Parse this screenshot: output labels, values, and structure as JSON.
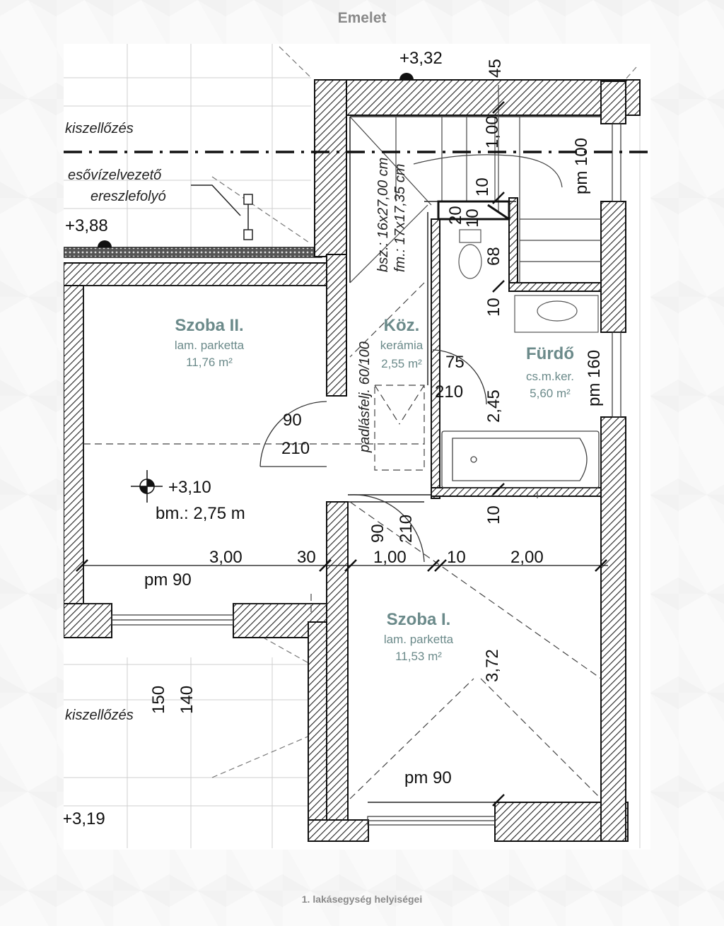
{
  "page": {
    "title": "Emelet",
    "caption": "1. lakásegység helyiségei"
  },
  "rooms": {
    "szoba2": {
      "name": "Szoba II.",
      "floor": "lam. parketta",
      "area": "11,76 m²"
    },
    "koz": {
      "name": "Köz.",
      "floor": "kerámia",
      "area": "2,55 m²"
    },
    "furdo": {
      "name": "Fürdő",
      "floor": "cs.m.ker.",
      "area": "5,60 m²"
    },
    "szoba1": {
      "name": "Szoba I.",
      "floor": "lam. parketta",
      "area": "11,53 m²"
    }
  },
  "notes": {
    "kiszellozes_top": "kiszellőzés",
    "esovizelvezeto": "esővízelvezető",
    "ereszlefolyo": "ereszlefolyó",
    "kiszellozes_bottom": "kiszellőzés",
    "stair_line1": "bsz.: 16x27,00 cm",
    "stair_line2": "fm.: 17x17,35 cm",
    "padlasfeljaro": "padlásfelj. 60/100",
    "belmagassag": "bm.: 2,75 m"
  },
  "levels": {
    "top": "+3,32",
    "left": "+3,88",
    "room": "+3,10",
    "bottom": "+3,19"
  },
  "dimensions": {
    "d_45": "45",
    "d_100_vertical": "1,00",
    "d_pm100": "pm 100",
    "d_10a": "10",
    "d_20": "20",
    "d_10b": "10",
    "d_68": "68",
    "d_10c": "10",
    "d_75": "75",
    "d_210a": "210",
    "d_245": "2,45",
    "d_pm160": "pm 160",
    "d_90a": "90",
    "d_210b": "210",
    "d_90b": "90",
    "d_210c": "210",
    "d_10d": "10",
    "d_300": "3,00",
    "d_30": "30",
    "d_100_horizontal": "1,00",
    "d_10e": "10",
    "d_200": "2,00",
    "d_pm90_left": "pm 90",
    "d_372": "3,72",
    "d_150": "150",
    "d_140": "140",
    "d_pm90_bottom": "pm 90"
  }
}
